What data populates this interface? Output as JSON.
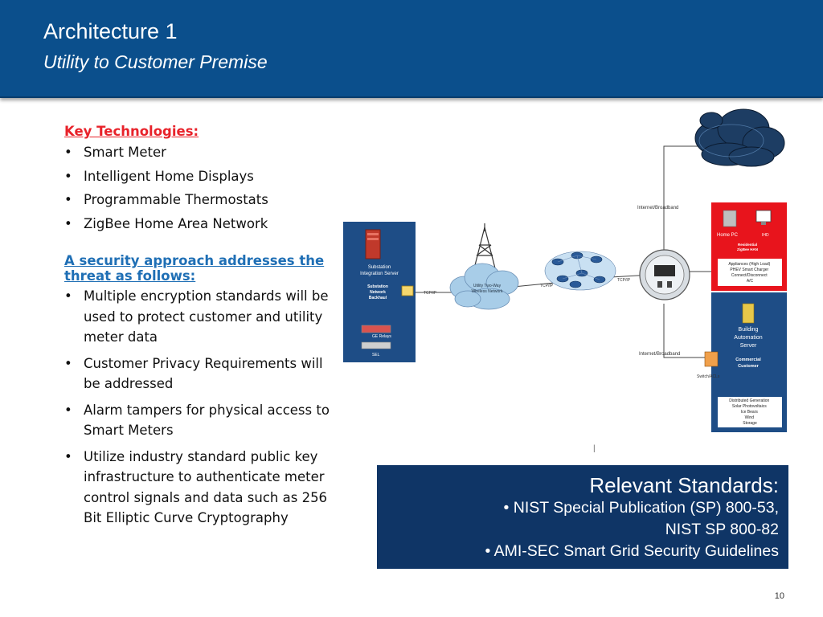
{
  "header": {
    "title": "Architecture 1",
    "subtitle": "Utility to Customer Premise"
  },
  "key_technologies": {
    "heading": "Key Technologies:",
    "items": [
      "Smart Meter",
      "Intelligent Home Displays",
      "Programmable Thermostats",
      "ZigBee Home Area Network"
    ]
  },
  "security": {
    "heading": "A security approach addresses the threat as follows:",
    "items": [
      "Multiple encryption standards will be used to protect customer and utility meter data",
      "Customer Privacy Requirements will be addressed",
      "Alarm tampers for physical access to Smart Meters",
      "Utilize industry standard public key infrastructure to authenticate meter control signals and data such as 256 Bit Elliptic Curve Cryptography"
    ]
  },
  "diagram": {
    "substation_server": "Substation Integration Server",
    "substation_backhaul": "Substation Network Backhaul",
    "ge_relays": "GE Relays",
    "sel": "SEL",
    "tcpip": "TCP/IP",
    "wireless_network": "Utility Two-Way Wireless Network",
    "internet_broadband": "Internet/Broadband",
    "home_pc": "Home PC",
    "ihd": "IHD",
    "residential_han": "Residential ZigBee HAN",
    "appliances": [
      "Appliances (High Load)",
      "PHEV Smart Charger",
      "Connect/Disconnect",
      "A/C"
    ],
    "building_server": "Building Automation Server",
    "commercial_customer": "Commercial Customer",
    "switch_acls": "Switch/ACLs",
    "distributed": [
      "Distributed Generation",
      "Solar Photovoltaics",
      "Ice Bears",
      "Wind",
      "Storage"
    ]
  },
  "standards": {
    "title": "Relevant Standards:",
    "line1": "• NIST Special Publication (SP) 800-53,",
    "line2": "NIST SP 800-82",
    "line3": "• AMI-SEC Smart Grid Security Guidelines"
  },
  "footer": {
    "page_number": "10",
    "stray_mark": "|"
  },
  "colors": {
    "header_bg": "#0b4f8c",
    "heading_red": "#e8222a",
    "heading_blue": "#1f6fb5",
    "standards_bg": "#0f3566",
    "substation_panel": "#1e4d86",
    "residential_panel": "#e8141c",
    "commercial_panel": "#1e4d86"
  }
}
